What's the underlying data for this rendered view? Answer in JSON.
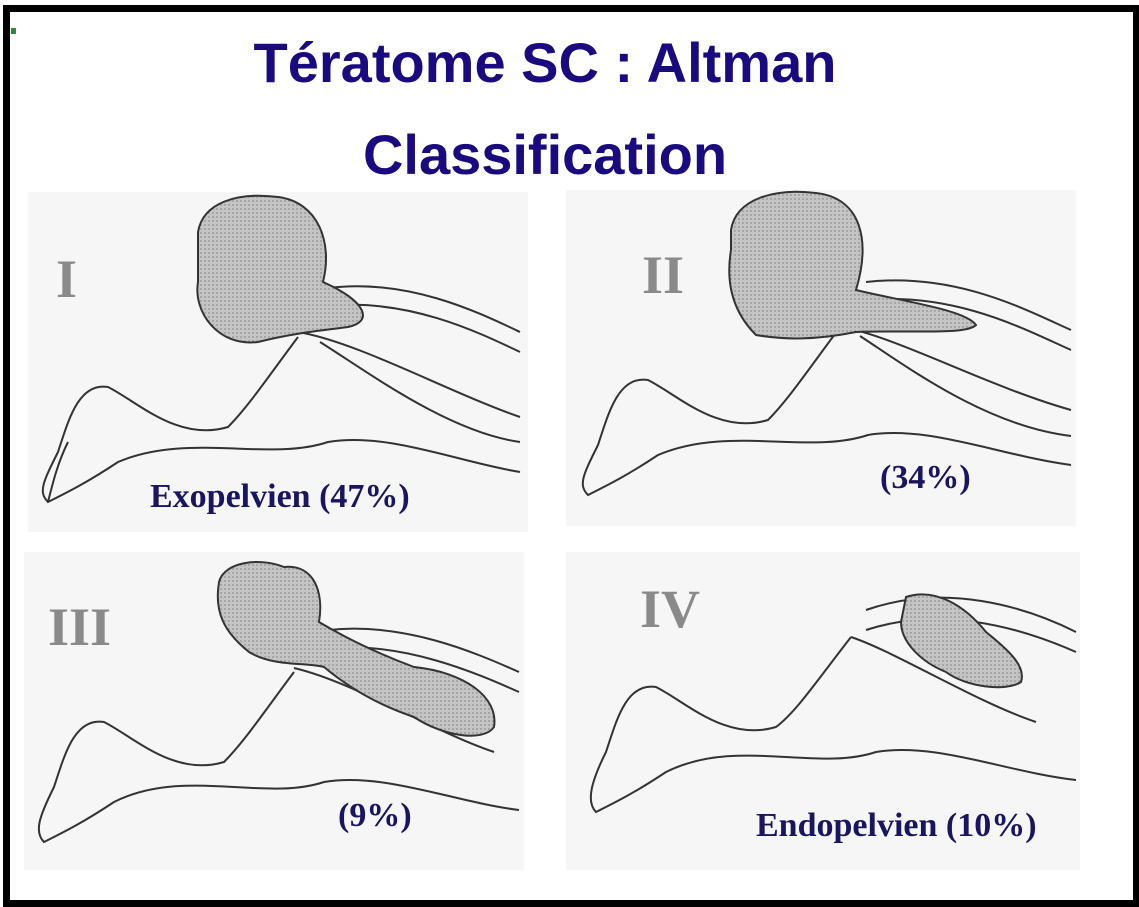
{
  "title": {
    "line1": "Tératome SC : Altman",
    "line2": "Classification"
  },
  "panels": [
    {
      "numeral": "I",
      "caption": "Exopelvien (47%)"
    },
    {
      "numeral": "II",
      "caption": "(34%)"
    },
    {
      "numeral": "III",
      "caption": "(9%)"
    },
    {
      "numeral": "IV",
      "caption": "Endopelvien (10%)"
    }
  ],
  "colors": {
    "title": "#1a0a80",
    "numeral": "#8a8a8a",
    "caption": "#1a1560",
    "tumor_fill": "#bcbcbc",
    "outline": "#333333"
  }
}
